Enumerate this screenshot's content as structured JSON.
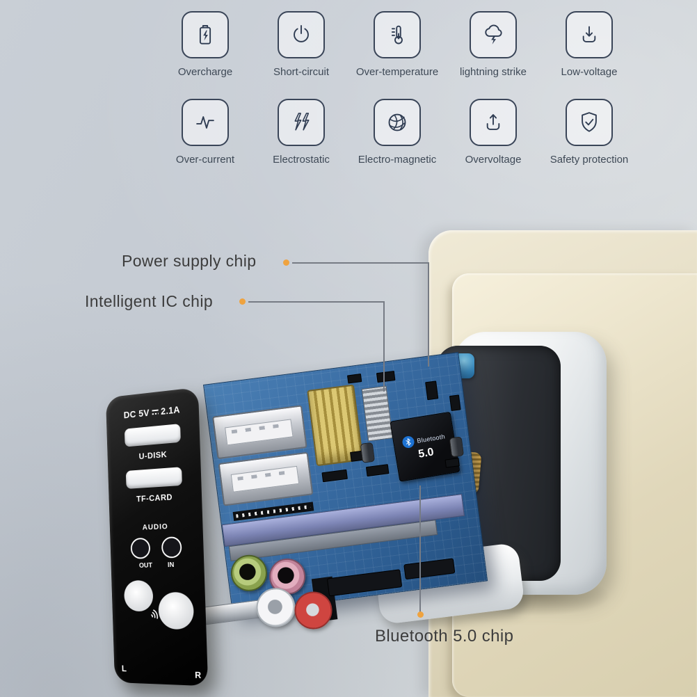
{
  "features": {
    "items": [
      {
        "label": "Overcharge",
        "icon": "battery-bolt-icon"
      },
      {
        "label": "Short-circuit",
        "icon": "power-icon"
      },
      {
        "label": "Over-temperature",
        "icon": "thermometer-icon"
      },
      {
        "label": "lightning strike",
        "icon": "cloud-bolt-icon"
      },
      {
        "label": "Low-voltage",
        "icon": "arrow-down-tray-icon"
      },
      {
        "label": "Over-current",
        "icon": "pulse-icon"
      },
      {
        "label": "Electrostatic",
        "icon": "double-bolt-icon"
      },
      {
        "label": "Electro-magnetic",
        "icon": "sphere-mesh-icon"
      },
      {
        "label": "Overvoltage",
        "icon": "arrow-up-tray-icon"
      },
      {
        "label": "Safety protection",
        "icon": "shield-check-icon"
      }
    ]
  },
  "callouts": {
    "power": "Power supply chip",
    "ic": "Intelligent IC chip",
    "bluetooth": "Bluetooth 5.0 chip"
  },
  "faceplate": {
    "rating_dc": "DC 5V",
    "rating_current": "2.1A",
    "port1": "U-DISK",
    "port2": "TF-CARD",
    "audio": "AUDIO",
    "audio_out": "OUT",
    "audio_in": "IN",
    "left": "L",
    "right": "R"
  },
  "board": {
    "bt_name": "Bluetooth",
    "bt_version": "5.0"
  },
  "colors": {
    "accent_dot": "#efa33f",
    "icon_stroke": "#2f3c52",
    "pcb_blue": "#3a6da4"
  }
}
